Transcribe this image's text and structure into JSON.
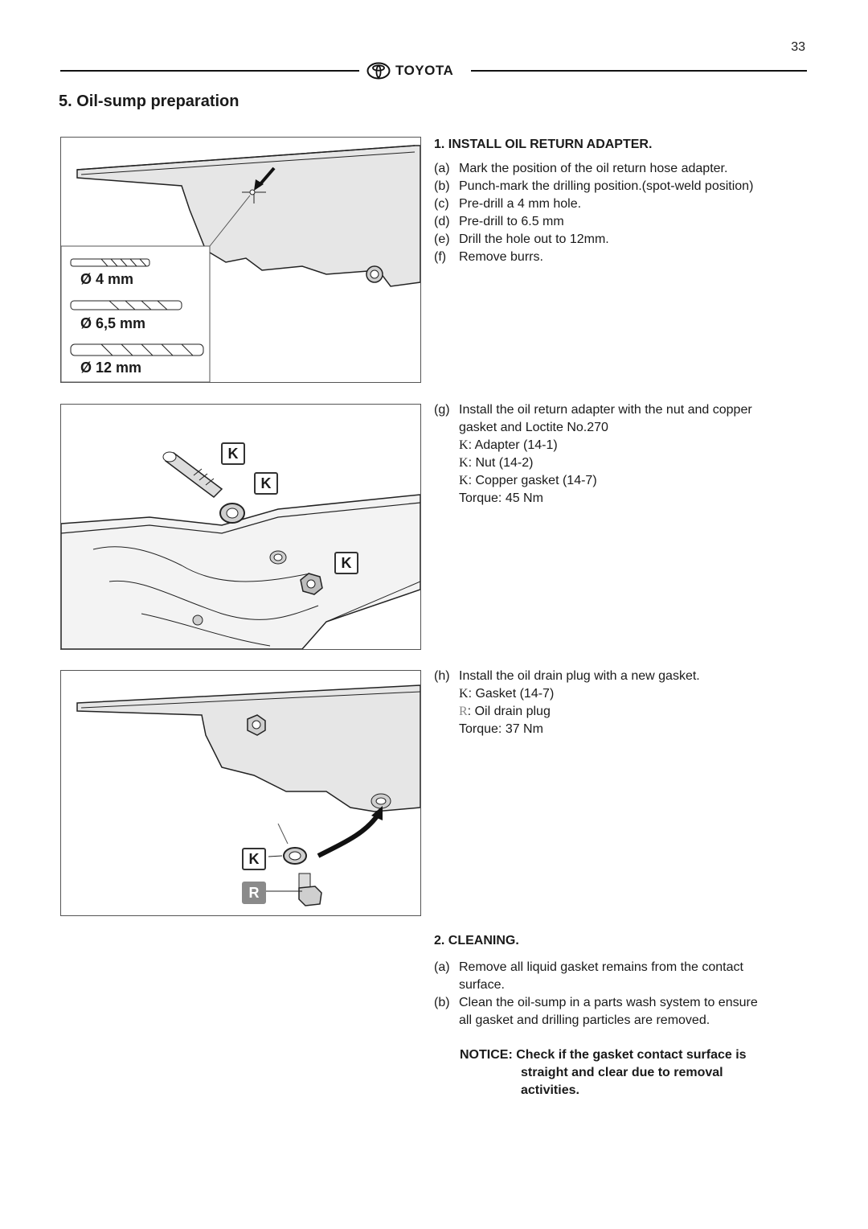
{
  "page_number": "33",
  "brand": {
    "logo_icon": "toyota-logo-icon",
    "name": "TOYOTA"
  },
  "section_title": "5.  Oil-sump preparation",
  "figure1": {
    "drills": [
      "Ø 4 mm",
      "Ø 6,5 mm",
      "Ø 12 mm"
    ]
  },
  "figure2": {
    "badges": [
      "K",
      "K",
      "K"
    ]
  },
  "figure3": {
    "badges": [
      "K",
      "R"
    ]
  },
  "step1": {
    "heading": "1.   INSTALL OIL RETURN ADAPTER.",
    "items": [
      {
        "label": "(a)",
        "text": "Mark the position of the oil return hose adapter."
      },
      {
        "label": "(b)",
        "text": "Punch-mark the drilling position.(spot-weld position)"
      },
      {
        "label": "(c)",
        "text": "Pre-drill a 4 mm hole."
      },
      {
        "label": "(d)",
        "text": "Pre-drill to 6.5 mm"
      },
      {
        "label": "(e)",
        "text": "Drill the hole out to 12mm."
      },
      {
        "label": "(f)",
        "text": "Remove burrs."
      }
    ],
    "item_g": {
      "label": "(g)",
      "line1": "Install the oil return adapter with the nut and copper",
      "line2": "gasket and Loctite No.270",
      "parts": [
        {
          "key": "K",
          "text": ": Adapter (14-1)"
        },
        {
          "key": "K",
          "text": ": Nut (14-2)"
        },
        {
          "key": "K",
          "text": ": Copper gasket (14-7)"
        }
      ],
      "torque": "Torque: 45 Nm"
    },
    "item_h": {
      "label": "(h)",
      "line1": "Install the oil drain plug with a new gasket.",
      "parts": [
        {
          "key": "K",
          "text": ": Gasket (14-7)"
        },
        {
          "key": "R",
          "text": ": Oil drain plug"
        }
      ],
      "torque": "Torque: 37 Nm"
    }
  },
  "step2": {
    "heading": "2.   CLEANING.",
    "items": [
      {
        "label": "(a)",
        "line1": "Remove all liquid gasket remains from the contact",
        "line2": "surface."
      },
      {
        "label": "(b)",
        "line1": "Clean the oil-sump in a parts wash system to ensure",
        "line2": "all gasket and drilling particles are removed."
      }
    ],
    "notice": {
      "line1": "NOTICE: Check if the gasket contact surface is",
      "line2": "straight and clear due to removal",
      "line3": "activities."
    }
  },
  "colors": {
    "sump_fill": "#e6e6e6",
    "outline": "#222222",
    "badge_gray": "#8a8a8a"
  }
}
